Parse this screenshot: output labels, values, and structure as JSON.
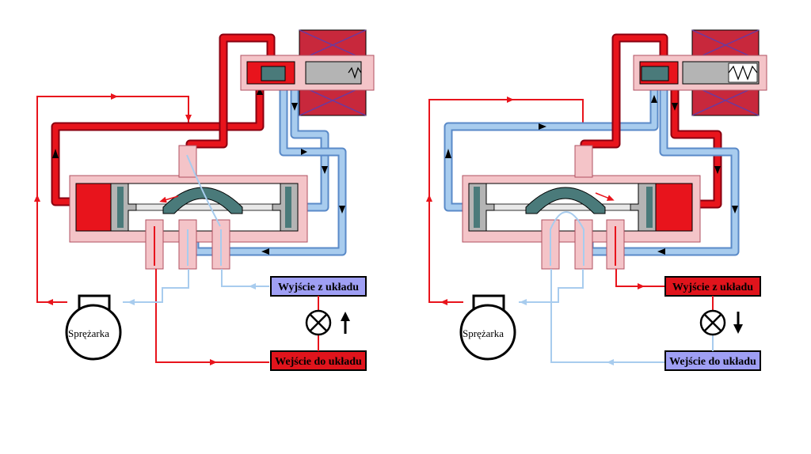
{
  "colors": {
    "hot": "#e8141c",
    "cold": "#a8ccee",
    "cold_edge": "#5a8ac8",
    "housing": "#f4c4c8",
    "housing_edge": "#b05060",
    "grey": "#b4b4b4",
    "valve": "#4a7a7a",
    "coil": "#c8283c",
    "box_hot": "#e0141c",
    "box_cold": "#9f9ff4"
  },
  "left": {
    "outlet_label": "Wyjście z układu",
    "inlet_label": "Wejście do układu",
    "compressor_label": "Sprężarka",
    "outlet_color": "#9f9ff4",
    "inlet_color": "#e0141c",
    "flow_arrow": "up"
  },
  "right": {
    "outlet_label": "Wyjście z układu",
    "inlet_label": "Wejście do układu",
    "compressor_label": "Sprężarka",
    "outlet_color": "#e0141c",
    "inlet_color": "#9f9ff4",
    "flow_arrow": "down"
  },
  "icons": [
    "solenoid-coil-icon",
    "spring-icon",
    "indicator-lamp-icon",
    "flow-arrow-icon",
    "compressor-icon"
  ]
}
